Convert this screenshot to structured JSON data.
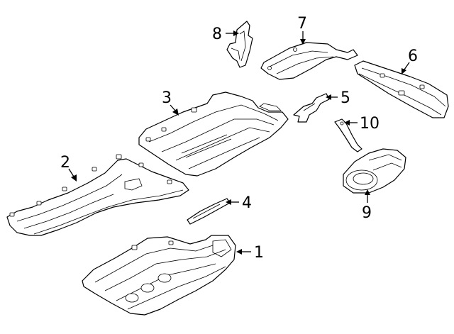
{
  "callouts": [
    {
      "id": 1,
      "label": "1"
    },
    {
      "id": 2,
      "label": "2"
    },
    {
      "id": 3,
      "label": "3"
    },
    {
      "id": 4,
      "label": "4"
    },
    {
      "id": 5,
      "label": "5"
    },
    {
      "id": 6,
      "label": "6"
    },
    {
      "id": 7,
      "label": "7"
    },
    {
      "id": 8,
      "label": "8"
    },
    {
      "id": 9,
      "label": "9"
    },
    {
      "id": 10,
      "label": "10"
    }
  ]
}
